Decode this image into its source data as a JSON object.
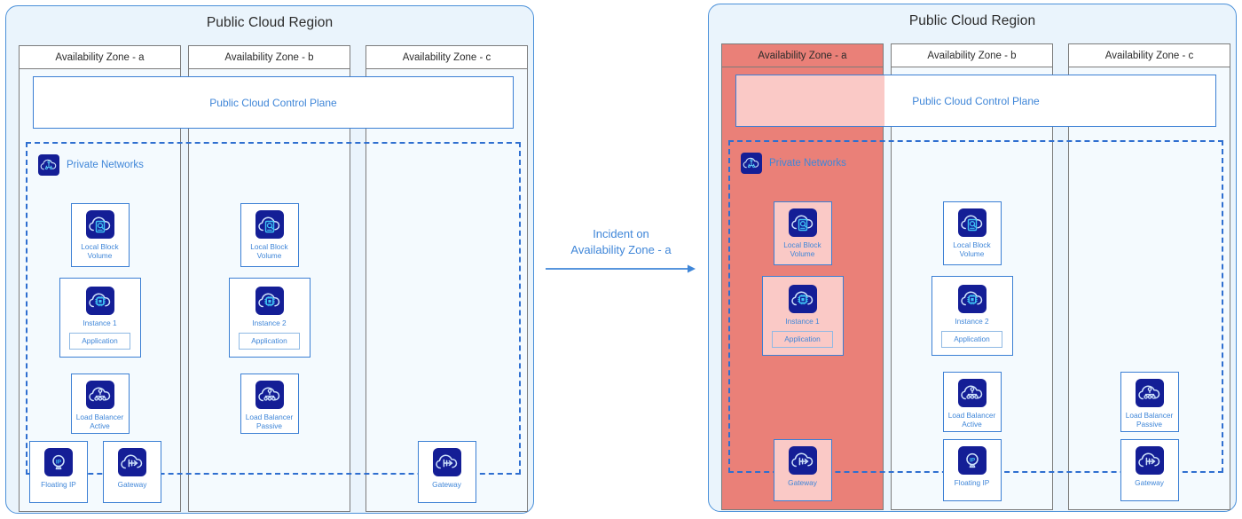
{
  "colors": {
    "region_fill": "#eaf4fc",
    "region_border": "#4a90d9",
    "az_fill": "#f4fafe",
    "az_border": "#7b7b7b",
    "node_border": "#3b7fd4",
    "icon_navy": "#141e96",
    "label_blue": "#3f86d8",
    "incident_red": "#ea8078",
    "incident_pink": "#fac9c6",
    "dashed_blue": "#2f6fd0"
  },
  "transition": {
    "label_line1": "Incident on",
    "label_line2": "Availability Zone - a",
    "arrow": "arrow-right"
  },
  "panels": [
    {
      "id": "before",
      "region_title": "Public Cloud Region",
      "control_plane": {
        "label": "Public Cloud Control Plane",
        "degraded": false
      },
      "private_networks": {
        "label": "Private Networks",
        "icon": "private-network-icon"
      },
      "zones": [
        {
          "name": "Availability Zone - a",
          "down": false,
          "nodes": [
            {
              "type": "volume",
              "icon": "local-block-volume-icon",
              "label": "Local Block\nVolume"
            },
            {
              "type": "instance",
              "icon": "instance-icon",
              "label": "Instance 1",
              "app": "Application"
            },
            {
              "type": "lb",
              "icon": "load-balancer-icon",
              "label": "Load Balancer\nActive"
            },
            {
              "type": "fip",
              "icon": "floating-ip-icon",
              "label": "Floating IP"
            },
            {
              "type": "gw",
              "icon": "gateway-icon",
              "label": "Gateway"
            }
          ]
        },
        {
          "name": "Availability Zone - b",
          "down": false,
          "nodes": [
            {
              "type": "volume",
              "icon": "local-block-volume-icon",
              "label": "Local Block\nVolume"
            },
            {
              "type": "instance",
              "icon": "instance-icon",
              "label": "Instance 2",
              "app": "Application"
            },
            {
              "type": "lb",
              "icon": "load-balancer-icon",
              "label": "Load Balancer\nPassive"
            }
          ]
        },
        {
          "name": "Availability Zone - c",
          "down": false,
          "nodes": [
            {
              "type": "gw",
              "icon": "gateway-icon",
              "label": "Gateway"
            }
          ]
        }
      ]
    },
    {
      "id": "after",
      "region_title": "Public Cloud Region",
      "control_plane": {
        "label": "Public Cloud Control Plane",
        "degraded": true
      },
      "private_networks": {
        "label": "Private Networks",
        "icon": "private-network-icon"
      },
      "zones": [
        {
          "name": "Availability Zone - a",
          "down": true,
          "nodes": [
            {
              "type": "volume",
              "icon": "local-block-volume-icon",
              "label": "Local Block\nVolume"
            },
            {
              "type": "instance",
              "icon": "instance-icon",
              "label": "Instance 1",
              "app": "Application"
            },
            {
              "type": "gw",
              "icon": "gateway-icon",
              "label": "Gateway"
            }
          ]
        },
        {
          "name": "Availability Zone - b",
          "down": false,
          "nodes": [
            {
              "type": "volume",
              "icon": "local-block-volume-icon",
              "label": "Local Block\nVolume"
            },
            {
              "type": "instance",
              "icon": "instance-icon",
              "label": "Instance 2",
              "app": "Application"
            },
            {
              "type": "lb",
              "icon": "load-balancer-icon",
              "label": "Load Balancer\nActive"
            },
            {
              "type": "fip",
              "icon": "floating-ip-icon",
              "label": "Floating IP"
            }
          ]
        },
        {
          "name": "Availability Zone - c",
          "down": false,
          "nodes": [
            {
              "type": "lb",
              "icon": "load-balancer-icon",
              "label": "Load Balancer\nPassive"
            },
            {
              "type": "gw",
              "icon": "gateway-icon",
              "label": "Gateway"
            }
          ]
        }
      ]
    }
  ]
}
